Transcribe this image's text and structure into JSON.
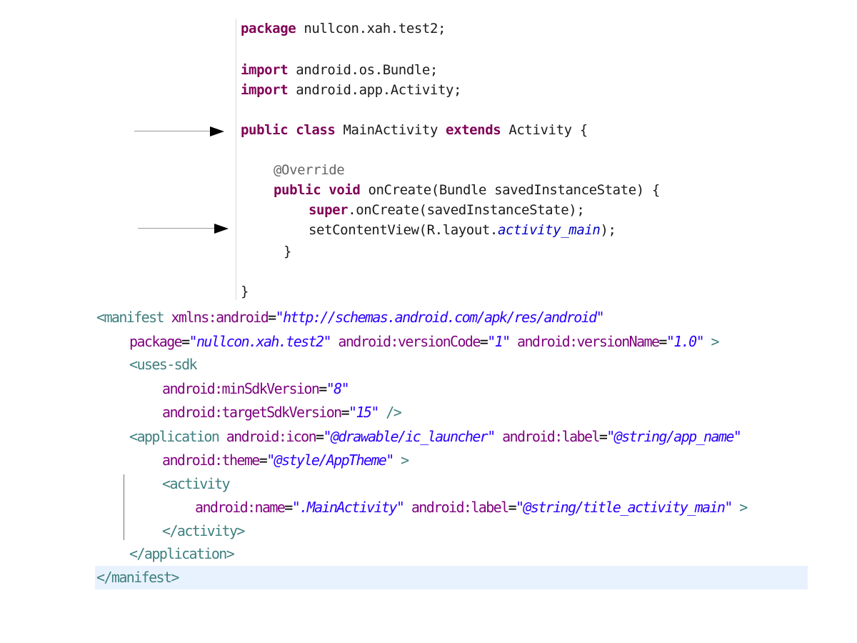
{
  "colors": {
    "java_keyword": "#7f0055",
    "java_annotation": "#646464",
    "java_static_field": "#0000c0",
    "xml_tag": "#3f7f7f",
    "xml_attribute": "#7f007f",
    "xml_value": "#2a00ff",
    "current_line_highlight": "#e8f2fe"
  },
  "java_editor": {
    "line1": {
      "kw": "package",
      "rest": " nullcon.xah.test2;"
    },
    "line2": {
      "kw": "import",
      "rest": " android.os.Bundle;"
    },
    "line3": {
      "kw": "import",
      "rest": " android.app.Activity;"
    },
    "line4": {
      "kw1": "public",
      "kw2": "class",
      "name": " MainActivity ",
      "kw3": "extends",
      "rest": " Activity {"
    },
    "line5": {
      "annotation": "@Override"
    },
    "line6": {
      "kw1": "public",
      "kw2": "void",
      "rest": " onCreate(Bundle savedInstanceState) {"
    },
    "line7": {
      "kw": "super",
      "rest": ".onCreate(savedInstanceState);"
    },
    "line8": {
      "pre": "setContentView(R.layout.",
      "field": "activity_main",
      "post": ");"
    },
    "line9": {
      "text": "}"
    },
    "line10": {
      "text": "}"
    }
  },
  "annotations": {
    "arrows": [
      {
        "target": "class declaration line"
      },
      {
        "target": "setContentView line"
      }
    ]
  },
  "xml_editor": {
    "line1": {
      "tag": "<manifest",
      "attr": "xmlns:android",
      "val": "\"http://schemas.android.com/apk/res/android\""
    },
    "line2": {
      "attr1": "package",
      "val1": "\"nullcon.xah.test2\"",
      "attr2": "android:versionCode",
      "val2": "\"1\"",
      "attr3": "android:versionName",
      "val3": "\"1.0\"",
      "close": ">"
    },
    "line3": {
      "tag": "<uses-sdk"
    },
    "line4": {
      "attr": "android:minSdkVersion",
      "val": "\"8\""
    },
    "line5": {
      "attr": "android:targetSdkVersion",
      "val": "\"15\"",
      "close": "/>"
    },
    "line6": {
      "tag": "<application",
      "attr1": "android:icon",
      "val1": "\"@drawable/ic_launcher\"",
      "attr2": "android:label",
      "val2": "\"@string/app_name\""
    },
    "line7": {
      "attr": "android:theme",
      "val": "\"@style/AppTheme\"",
      "close": ">"
    },
    "line8": {
      "tag": "<activity"
    },
    "line9": {
      "attr1": "android:name",
      "val1": "\".MainActivity\"",
      "attr2": "android:label",
      "val2": "\"@string/title_activity_main\"",
      "close": ">"
    },
    "line10": {
      "tag": "</activity>"
    },
    "line11": {
      "tag": "</application>"
    },
    "line12": {
      "tag": "</manifest>"
    }
  }
}
